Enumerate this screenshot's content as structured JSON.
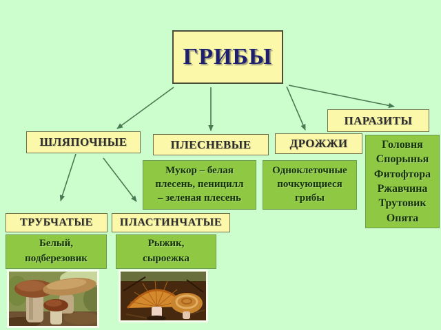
{
  "slide": {
    "title": "ГРИБЫ",
    "background_color": "#ccfdcc",
    "box_yellow": "#fbf8a9",
    "box_green": "#8fc843",
    "title_color": "#1f1f70",
    "arrow_color": "#4a7a52"
  },
  "categories": {
    "cap": {
      "label": "ШЛЯПОЧНЫЕ"
    },
    "mold": {
      "label": "ПЛЕСНЕВЫЕ",
      "detail_lines": [
        "Мукор – белая",
        "плесень, пеницилл",
        "– зеленая плесень"
      ]
    },
    "yeast": {
      "label": "ДРОЖЖИ",
      "detail_lines": [
        "Одноклеточные",
        "почкующиеся",
        "грибы"
      ]
    },
    "parasites": {
      "label": "ПАРАЗИТЫ",
      "examples": [
        "Головня",
        "Спорынья",
        "Фитофтора",
        "Ржавчина",
        "Трутовик",
        "Опята"
      ]
    }
  },
  "cap_subtypes": {
    "tubular": {
      "label": "ТРУБЧАТЫЕ",
      "example_lines": [
        "Белый,",
        "подберезовик"
      ]
    },
    "lamellar": {
      "label": "ПЛАСТИНЧАТЫЕ",
      "example_lines": [
        "Рыжик,",
        "сыроежка"
      ]
    }
  },
  "images": {
    "tubular_photo": "porcini-and-birch-bolete-mushrooms-photo",
    "lamellar_photo": "saffron-milkcap-and-russula-mushrooms-photo"
  }
}
